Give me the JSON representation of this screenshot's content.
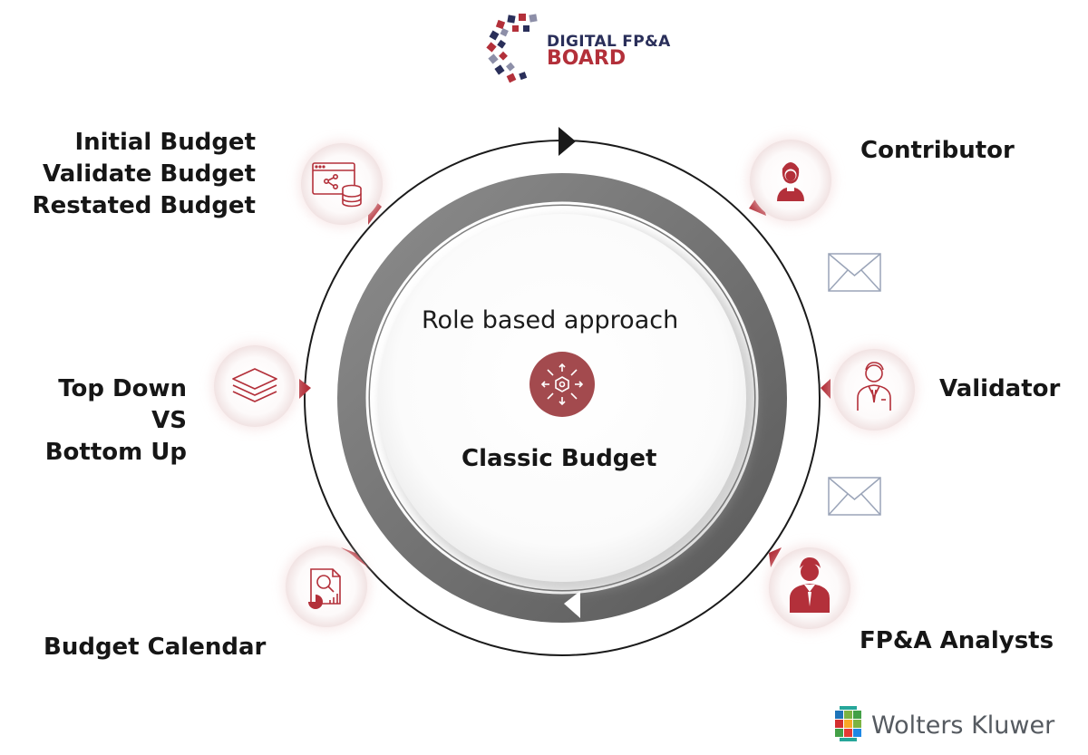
{
  "logo": {
    "line1": "DIGITAL FP&A",
    "line2": "BOARD"
  },
  "center": {
    "title": "Role based approach",
    "subtitle": "Classic Budget"
  },
  "left_items": [
    {
      "lines": [
        "Initial Budget",
        "Validate Budget",
        "Restated Budget"
      ],
      "icon": "budget-database-icon"
    },
    {
      "lines": [
        "Top Down",
        "VS",
        "Bottom Up"
      ],
      "icon": "layers-icon"
    },
    {
      "lines": [
        "Budget Calendar"
      ],
      "icon": "calendar-report-icon"
    }
  ],
  "right_items": [
    {
      "label": "Contributor",
      "icon": "contributor-person-icon"
    },
    {
      "label": "Validator",
      "icon": "validator-person-icon"
    },
    {
      "label": "FP&A Analysts",
      "icon": "analyst-person-icon"
    }
  ],
  "footer": {
    "brand": "Wolters Kluwer"
  },
  "colors": {
    "accent": "#b3303a",
    "ring": "#7d7d7d",
    "navy": "#2a2f5a"
  }
}
